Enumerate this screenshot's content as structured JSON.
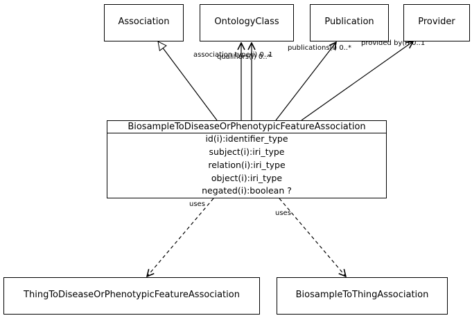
{
  "classes": {
    "association": "Association",
    "ontology_class": "OntologyClass",
    "publication": "Publication",
    "provider": "Provider",
    "main": {
      "name": "BiosampleToDiseaseOrPhenotypicFeatureAssociation",
      "attributes": [
        "id(i):identifier_type",
        "subject(i):iri_type",
        "relation(i):iri_type",
        "object(i):iri_type",
        "negated(i):boolean ?"
      ]
    },
    "thing_to_disease": "ThingToDiseaseOrPhenotypicFeatureAssociation",
    "biosample_to_thing": "BiosampleToThingAssociation"
  },
  "edge_labels": {
    "association_type": "association type(i) 0..1",
    "qualifiers": "qualifiers(i) 0..*",
    "publications": "publications(i) 0..*",
    "provided_by": "provided by(i) 0..1",
    "uses_left": "uses",
    "uses_right": "uses"
  }
}
